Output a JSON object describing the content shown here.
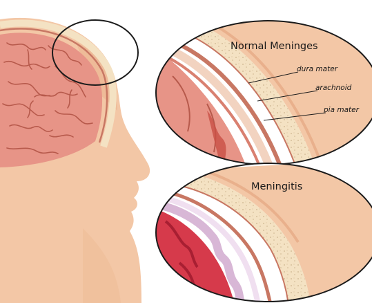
{
  "diagram": {
    "normal_panel": {
      "title": "Normal Meninges",
      "labels": {
        "dura": "dura mater",
        "arachnoid": "arachnoid",
        "pia": "pia mater"
      }
    },
    "meningitis_panel": {
      "title": "Meningitis"
    }
  },
  "colors": {
    "skin": "#f3c7a6",
    "skin_shadow": "#e9b08c",
    "brain": "#e79487",
    "brain_line": "#b75a4c",
    "bone": "#f4e2c3",
    "bone_dots": "#cdb48e",
    "dura": "#c87763",
    "inflamed": "#d63a4b",
    "inflamed_dark": "#a81f32",
    "inflamed_membrane": "#d8b7d6",
    "outline": "#1b1b1b"
  }
}
